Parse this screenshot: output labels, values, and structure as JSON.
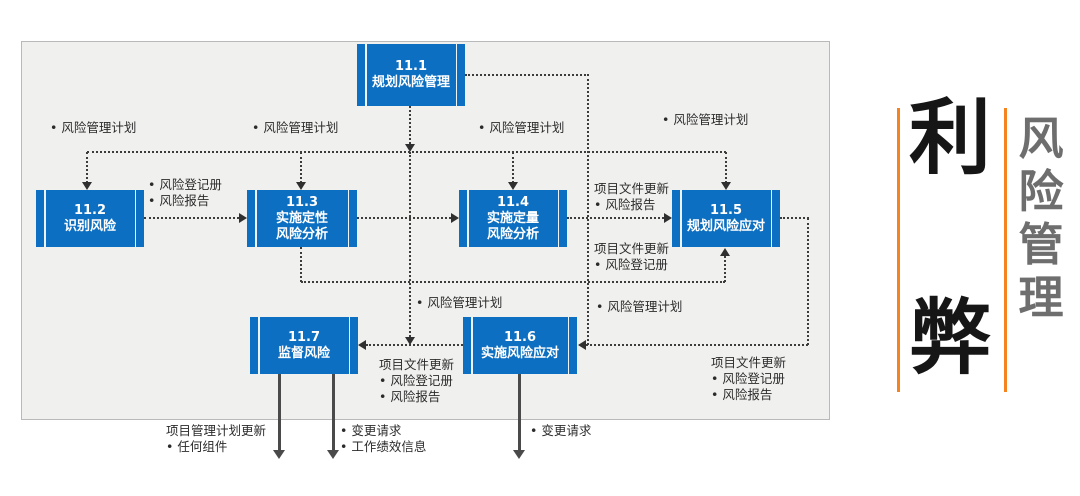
{
  "colors": {
    "accent": "#0D6FC1",
    "panel-bg": "#F0F0EF",
    "panel-border": "#B9B9B9",
    "connector": "#3C3C3C",
    "orange": "#F5831F",
    "side-gray": "#6E6E6E",
    "ink": "#161616"
  },
  "processes": [
    {
      "id": "11.1",
      "name": "规划风险管理"
    },
    {
      "id": "11.2",
      "name": "识别风险"
    },
    {
      "id": "11.3",
      "name": [
        "实施定性",
        "风险分析"
      ]
    },
    {
      "id": "11.4",
      "name": [
        "实施定量",
        "风险分析"
      ]
    },
    {
      "id": "11.5",
      "name": "规划风险应对"
    },
    {
      "id": "11.6",
      "name": "实施风险应对"
    },
    {
      "id": "11.7",
      "name": "监督风险"
    }
  ],
  "labels": [
    {
      "lines": [
        "• 风险管理计划"
      ]
    },
    {
      "lines": [
        "• 风险管理计划"
      ]
    },
    {
      "lines": [
        "• 风险管理计划"
      ]
    },
    {
      "lines": [
        "• 风险管理计划"
      ]
    },
    {
      "lines": [
        "• 风险登记册",
        "• 风险报告"
      ]
    },
    {
      "lines": [
        "项目文件更新",
        "• 风险报告"
      ]
    },
    {
      "lines": [
        "项目文件更新",
        "• 风险登记册"
      ]
    },
    {
      "lines": [
        "• 风险管理计划"
      ]
    },
    {
      "lines": [
        "• 风险管理计划"
      ]
    },
    {
      "lines": [
        "项目文件更新",
        "• 风险登记册",
        "• 风险报告"
      ]
    },
    {
      "lines": [
        "项目文件更新",
        "• 风险登记册",
        "• 风险报告"
      ]
    },
    {
      "lines": [
        "项目管理计划更新",
        "• 任何组件"
      ]
    },
    {
      "lines": [
        "• 变更请求",
        "• 工作绩效信息"
      ]
    },
    {
      "lines": [
        "• 变更请求"
      ]
    }
  ],
  "side": {
    "pro": "利",
    "con": "弊",
    "vertical_title": [
      "风",
      "险",
      "管",
      "理"
    ]
  }
}
